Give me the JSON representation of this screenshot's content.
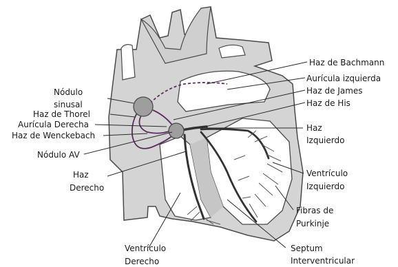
{
  "labels": {
    "bachmann": "Haz de Bachmann",
    "auricula_izq": "Aurícula izquierda",
    "james": "Haz de James",
    "his": "Haz de His",
    "haz_izq_1": "Haz",
    "haz_izq_2": "Izquierdo",
    "ventriculo_izq_1": "Ventrículo",
    "ventriculo_izq_2": "Izquierdo",
    "fibras_1": "Fibras de",
    "fibras_2": "Purkinje",
    "septum_1": "Septum",
    "septum_2": "Interventricular",
    "ventriculo_der_1": "Ventrículo",
    "ventriculo_der_2": "Derecho",
    "haz_der_1": "Haz",
    "haz_der_2": "Derecho",
    "nodulo_av": "Nódulo AV",
    "wenckebach": "Haz de Wenckebach",
    "auricula_der": "Aurícula Derecha",
    "thorel": "Haz de Thorel",
    "nodulo_sinusal_1": "Nódulo",
    "nodulo_sinusal_2": "sinusal"
  },
  "colors": {
    "heart_fill": "#d4d4d4",
    "chamber_fill": "#ffffff",
    "outline": "#4a4a4a",
    "node_fill": "#9e9e9e",
    "bundle": "#333333",
    "tract": "#5a2d5e",
    "leader": "#2a2a2a"
  }
}
